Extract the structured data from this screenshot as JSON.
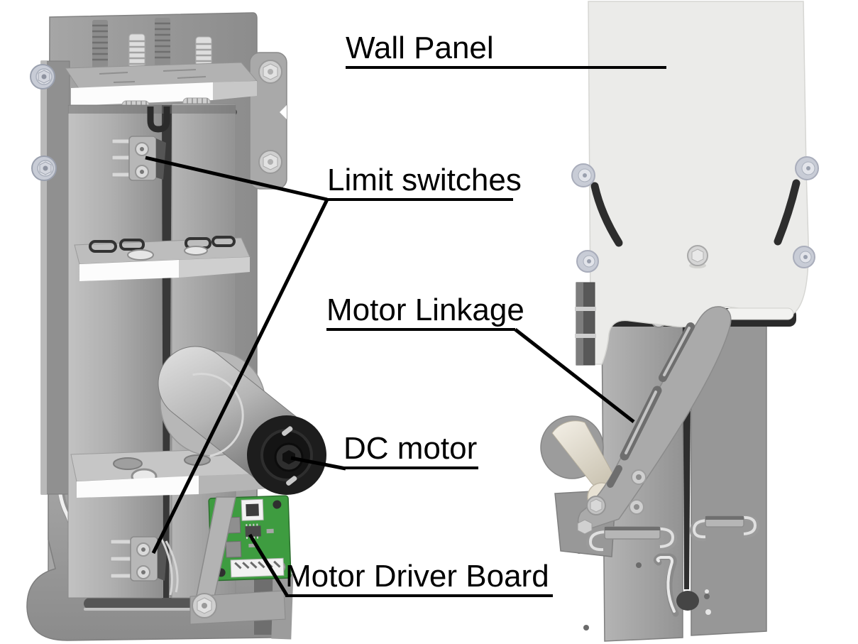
{
  "figure": {
    "labels": {
      "wall_panel": "Wall Panel",
      "limit_switches": "Limit switches",
      "motor_linkage": "Motor Linkage",
      "dc_motor": "DC motor",
      "motor_driver_board": "Motor Driver Board"
    },
    "colors": {
      "background": "#ffffff",
      "label_text": "#000000",
      "leader_line": "#000000",
      "metal_gray": "#9b9b9b",
      "metal_light": "#c6c6c6",
      "metal_dark": "#3a3a3a",
      "panel_white": "#ebebe9",
      "motor_black": "#1d1d1d",
      "motor_cream": "#e9e3d5",
      "pcb_green": "#3e9c40",
      "roller_silver": "#c8ccd6"
    }
  }
}
